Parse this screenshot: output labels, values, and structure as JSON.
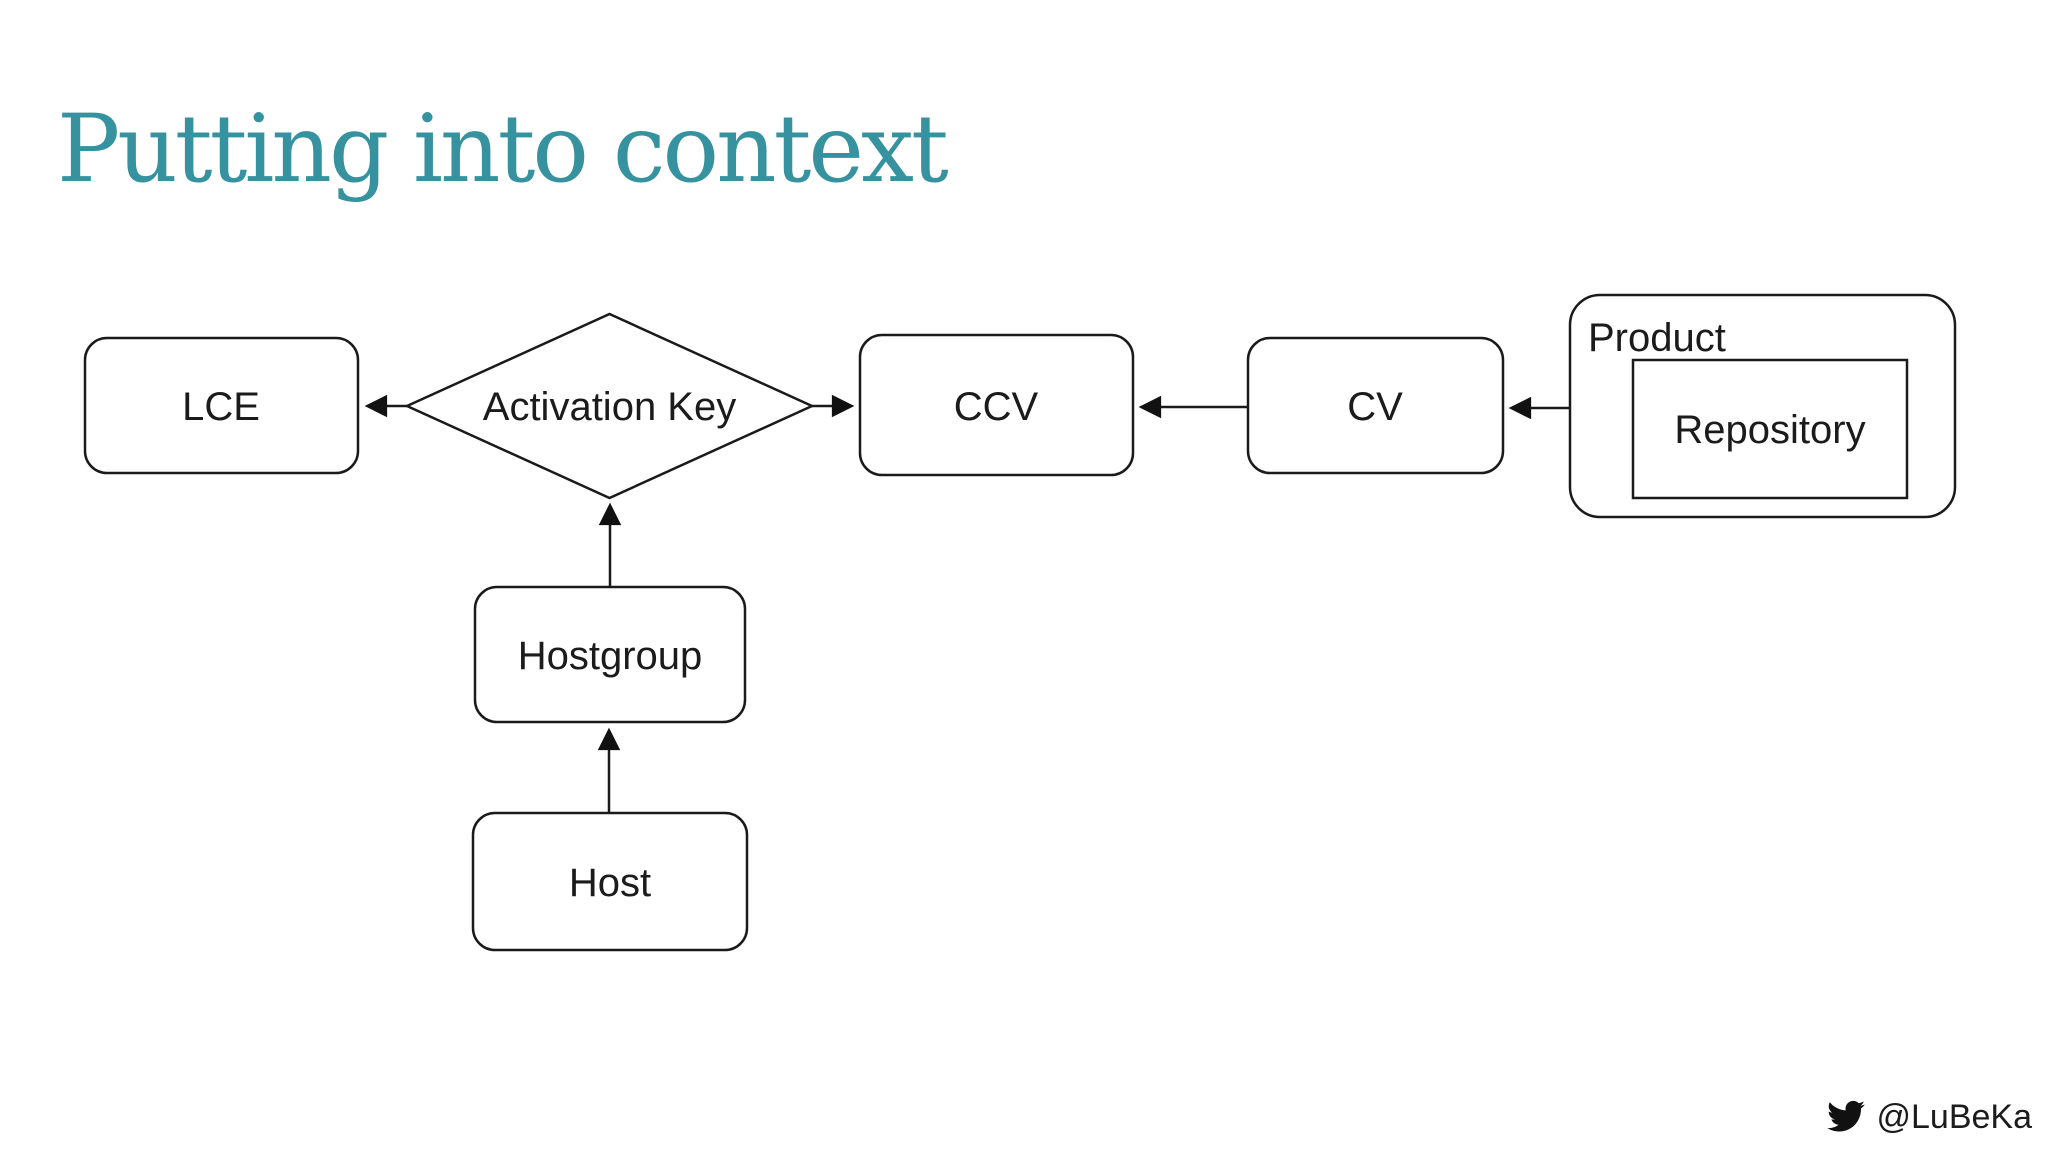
{
  "slide": {
    "title": "Putting into context",
    "title_color": "#35929e",
    "background_color": "#ffffff"
  },
  "diagram": {
    "stroke_color": "#1a1a1a",
    "text_color": "#1b1b1b",
    "nodes": [
      {
        "id": "lce",
        "label": "LCE",
        "shape": "rounded-rect"
      },
      {
        "id": "activation-key",
        "label": "Activation Key",
        "shape": "diamond"
      },
      {
        "id": "ccv",
        "label": "CCV",
        "shape": "rounded-rect"
      },
      {
        "id": "cv",
        "label": "CV",
        "shape": "rounded-rect"
      },
      {
        "id": "product",
        "label": "Product",
        "shape": "rounded-container"
      },
      {
        "id": "repository",
        "label": "Repository",
        "shape": "rect"
      },
      {
        "id": "hostgroup",
        "label": "Hostgroup",
        "shape": "rounded-rect"
      },
      {
        "id": "host",
        "label": "Host",
        "shape": "rounded-rect"
      }
    ],
    "edges": [
      {
        "from": "activation-key",
        "to": "lce"
      },
      {
        "from": "activation-key",
        "to": "ccv"
      },
      {
        "from": "cv",
        "to": "ccv"
      },
      {
        "from": "product",
        "to": "cv"
      },
      {
        "from": "hostgroup",
        "to": "activation-key"
      },
      {
        "from": "host",
        "to": "hostgroup"
      }
    ]
  },
  "footer": {
    "twitter_handle": "@LuBeKa",
    "icon": "twitter-bird-icon"
  }
}
